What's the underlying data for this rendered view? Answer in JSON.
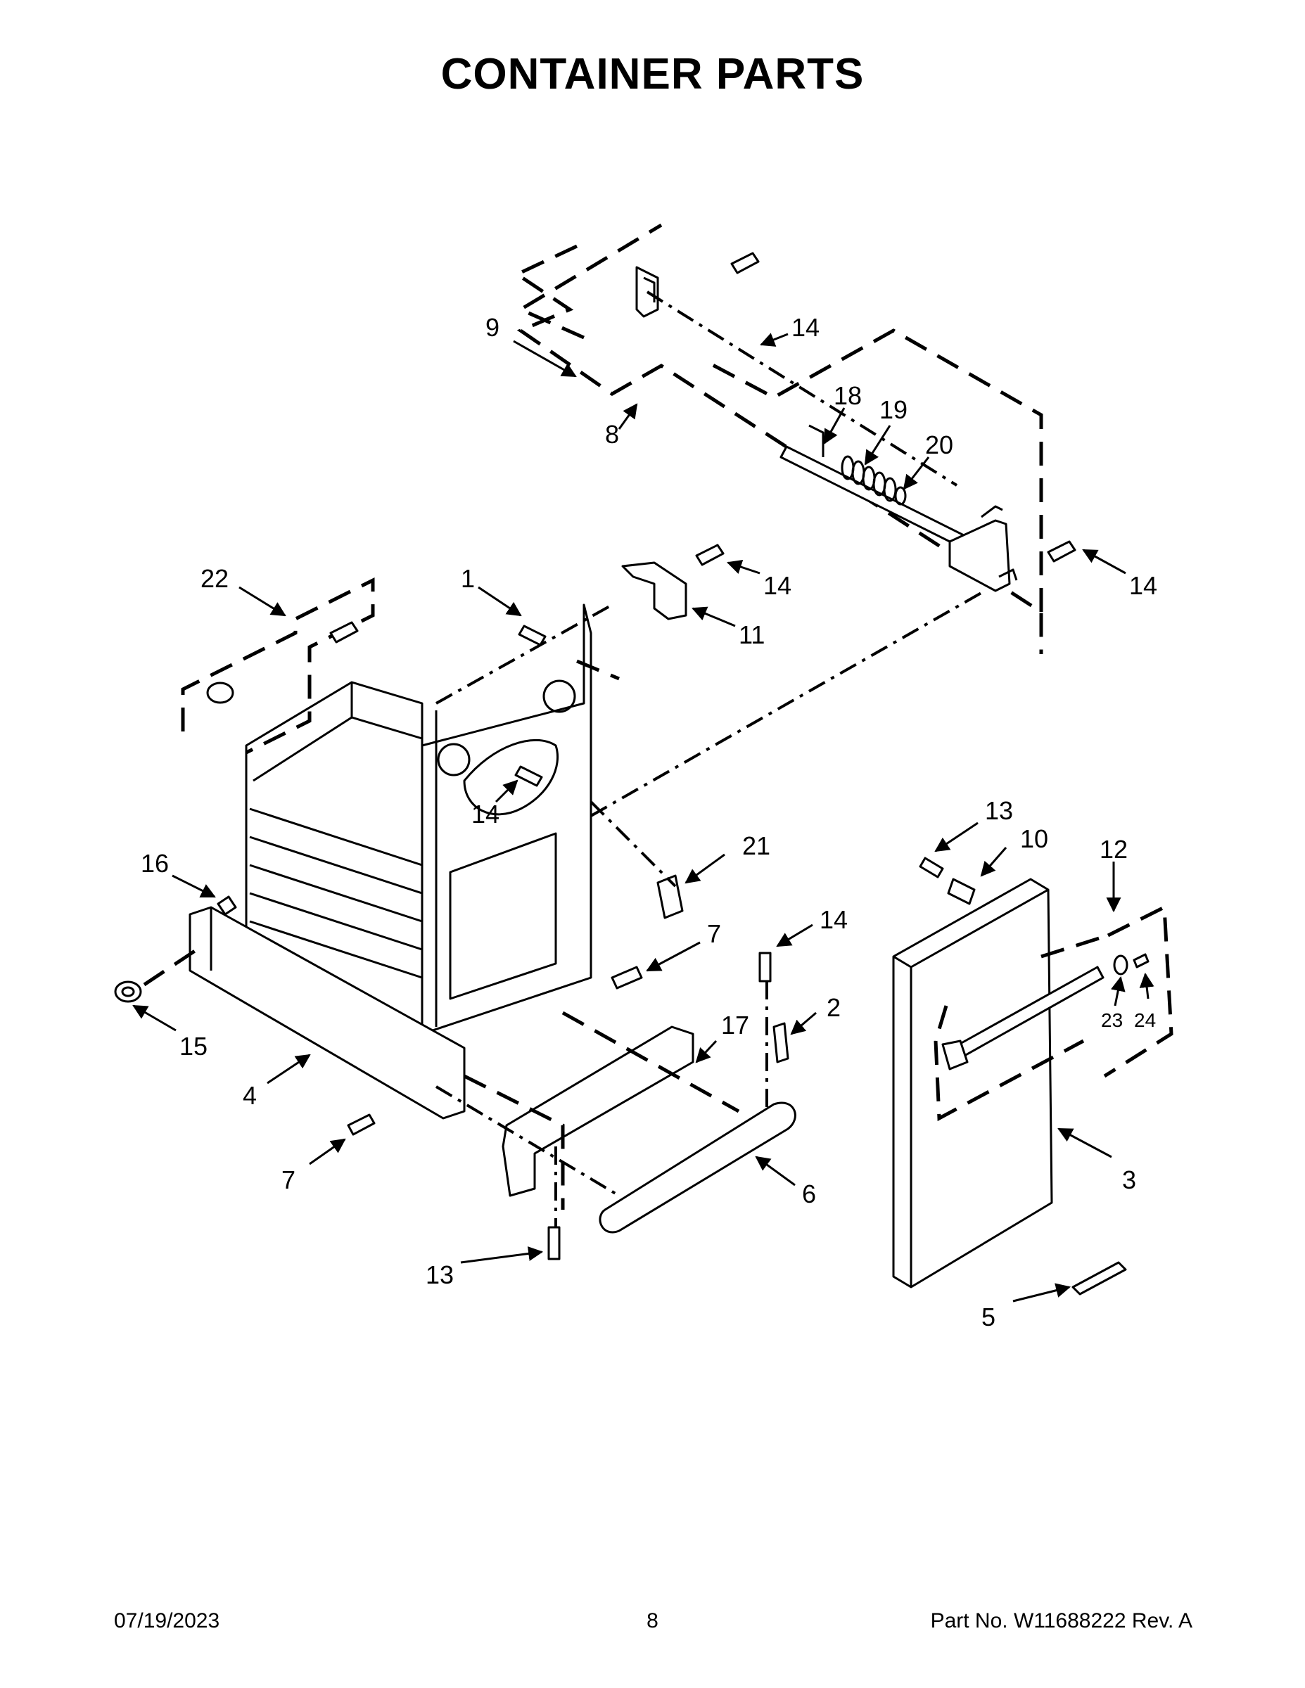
{
  "title": "CONTAINER PARTS",
  "callouts": [
    {
      "id": "c9",
      "label": "9"
    },
    {
      "id": "c14a",
      "label": "14"
    },
    {
      "id": "c8",
      "label": "8"
    },
    {
      "id": "c18",
      "label": "18"
    },
    {
      "id": "c19",
      "label": "19"
    },
    {
      "id": "c20",
      "label": "20"
    },
    {
      "id": "c14b",
      "label": "14"
    },
    {
      "id": "c14c",
      "label": "14"
    },
    {
      "id": "c22",
      "label": "22"
    },
    {
      "id": "c1",
      "label": "1"
    },
    {
      "id": "c11",
      "label": "11"
    },
    {
      "id": "c14d",
      "label": "14"
    },
    {
      "id": "c21",
      "label": "21"
    },
    {
      "id": "c16",
      "label": "16"
    },
    {
      "id": "c13a",
      "label": "13"
    },
    {
      "id": "c10",
      "label": "10"
    },
    {
      "id": "c12",
      "label": "12"
    },
    {
      "id": "c7a",
      "label": "7"
    },
    {
      "id": "c14e",
      "label": "14"
    },
    {
      "id": "c15",
      "label": "15"
    },
    {
      "id": "c2",
      "label": "2"
    },
    {
      "id": "c17",
      "label": "17"
    },
    {
      "id": "c23",
      "label": "23"
    },
    {
      "id": "c24",
      "label": "24"
    },
    {
      "id": "c4",
      "label": "4"
    },
    {
      "id": "c7b",
      "label": "7"
    },
    {
      "id": "c6",
      "label": "6"
    },
    {
      "id": "c3",
      "label": "3"
    },
    {
      "id": "c13b",
      "label": "13"
    },
    {
      "id": "c5",
      "label": "5"
    }
  ],
  "footer": {
    "date": "07/19/2023",
    "page": "8",
    "part_no": "Part No.  W11688222  Rev.  A"
  }
}
